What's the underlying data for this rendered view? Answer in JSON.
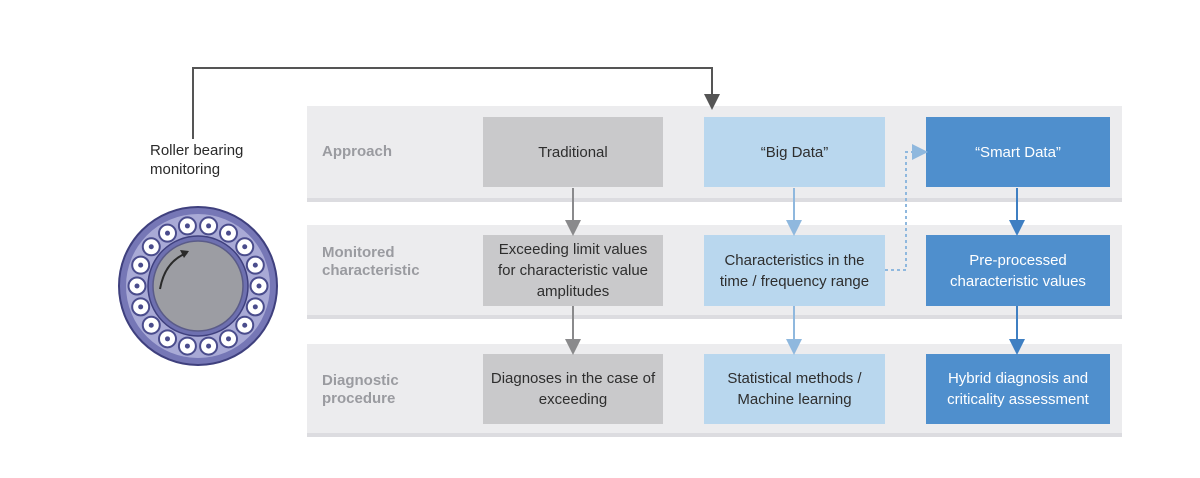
{
  "bearing": {
    "label": "Roller bearing monitoring"
  },
  "rows": [
    {
      "label": "Approach"
    },
    {
      "label": "Monitored characteristic"
    },
    {
      "label": "Diagnostic procedure"
    }
  ],
  "columns": [
    {
      "approach": "Traditional",
      "monitored": "Exceeding limit values for characteristic value amplitudes",
      "diagnostic": "Diagnoses in the case of exceeding",
      "color": "#c9c9cb"
    },
    {
      "approach": "“Big Data”",
      "monitored": "Characteristics in the time / frequency range",
      "diagnostic": "Statistical methods / Machine learning",
      "color": "#b9d7ee"
    },
    {
      "approach": "“Smart Data”",
      "monitored": "Pre-processed characteristic values",
      "diagnostic": "Hybrid diagnosis and criticality assessment",
      "color": "#4f8fcd"
    }
  ]
}
